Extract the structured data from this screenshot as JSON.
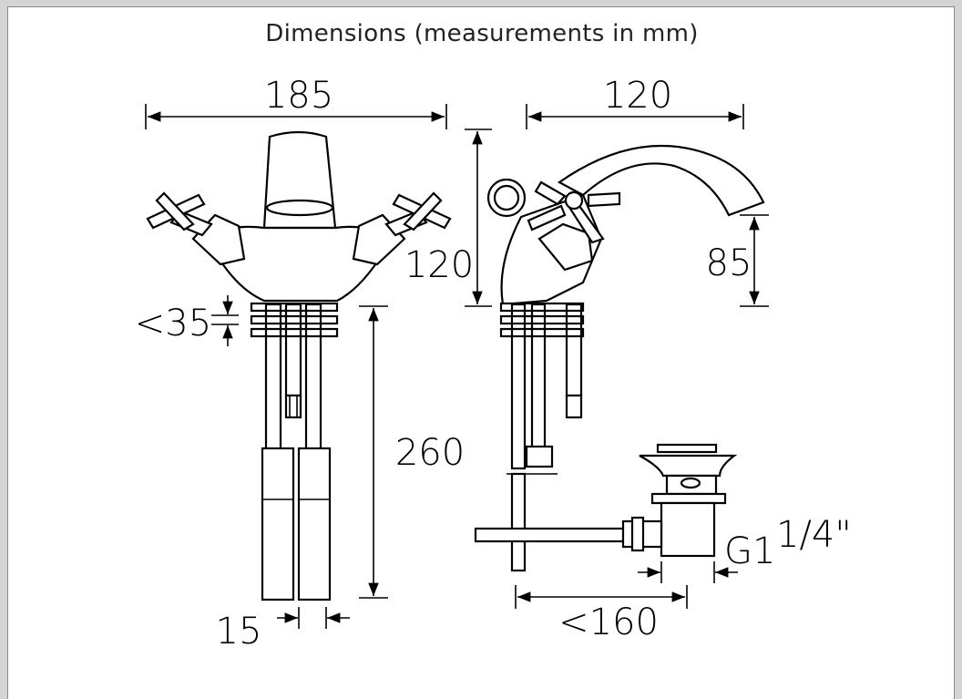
{
  "title": "Dimensions (measurements in mm)",
  "dimensions": {
    "front_width": "185",
    "side_width": "120",
    "front_height": "120",
    "spout_height": "85",
    "deck_thickness": "<35",
    "tail_length": "260",
    "tail_spacing": "15",
    "waste_reach": "<160",
    "waste_thread": "G1",
    "waste_thread_fraction": "1/4\""
  }
}
